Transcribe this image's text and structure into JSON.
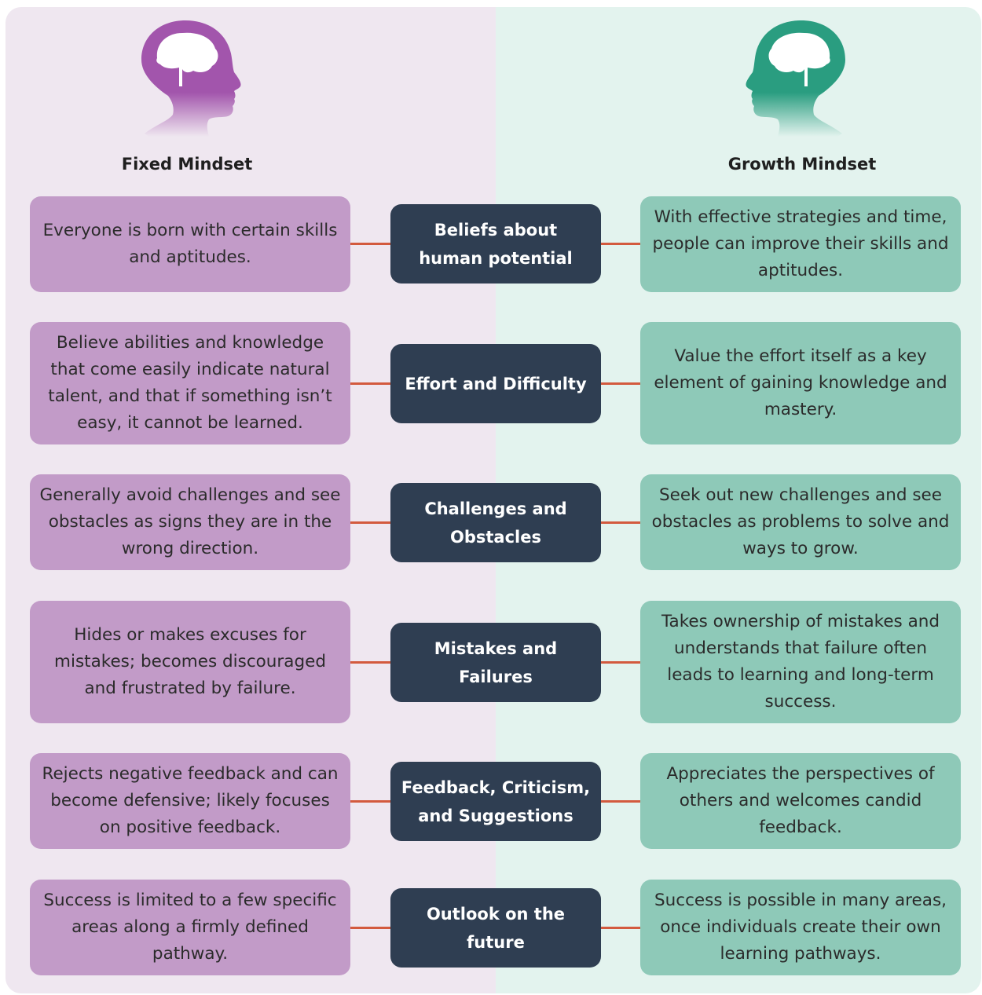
{
  "columns": {
    "fixed": {
      "title": "Fixed Mindset",
      "icon": "purple-head-brain-icon",
      "color": "#a255ac"
    },
    "growth": {
      "title": "Growth Mindset",
      "icon": "teal-head-brain-icon",
      "color": "#2a9d80"
    }
  },
  "rows": [
    {
      "category": "Beliefs about\nhuman potential",
      "fixed": "Everyone is born with certain skills and aptitudes.",
      "growth": "With effective strategies and time, people can improve their skills and aptitudes."
    },
    {
      "category": "Effort and Difficulty",
      "fixed": "Believe abilities and knowledge that come easily indicate natural talent, and that if something isn’t easy, it cannot be learned.",
      "growth": "Value the effort itself as a key element of gaining knowledge and mastery."
    },
    {
      "category": "Challenges and\nObstacles",
      "fixed": "Generally avoid challenges and see obstacles as signs they are in the wrong direction.",
      "growth": "Seek out new challenges and see obstacles as problems to solve and ways to grow."
    },
    {
      "category": "Mistakes and\nFailures",
      "fixed": "Hides or makes excuses for mistakes; becomes discouraged and frustrated by failure.",
      "growth": "Takes ownership of mistakes and understands that failure often leads to learning and long-term success."
    },
    {
      "category": "Feedback, Criticism,\nand Suggestions",
      "fixed": "Rejects negative feedback and can become defensive; likely focuses on positive feedback.",
      "growth": "Appreciates the perspectives of others and welcomes candid feedback."
    },
    {
      "category": "Outlook on the\nfuture",
      "fixed": "Success is limited to a few specific areas along a firmly defined pathway.",
      "growth": "Success is possible in many areas, once individuals create their own learning pathways."
    }
  ],
  "colors": {
    "fixed_card": "#c29bc8",
    "growth_card": "#8ec9b8",
    "category_box": "#2f3e52",
    "connector": "#d35a3e",
    "fixed_bg": "#efe7f0",
    "growth_bg": "#e3f3ee"
  }
}
